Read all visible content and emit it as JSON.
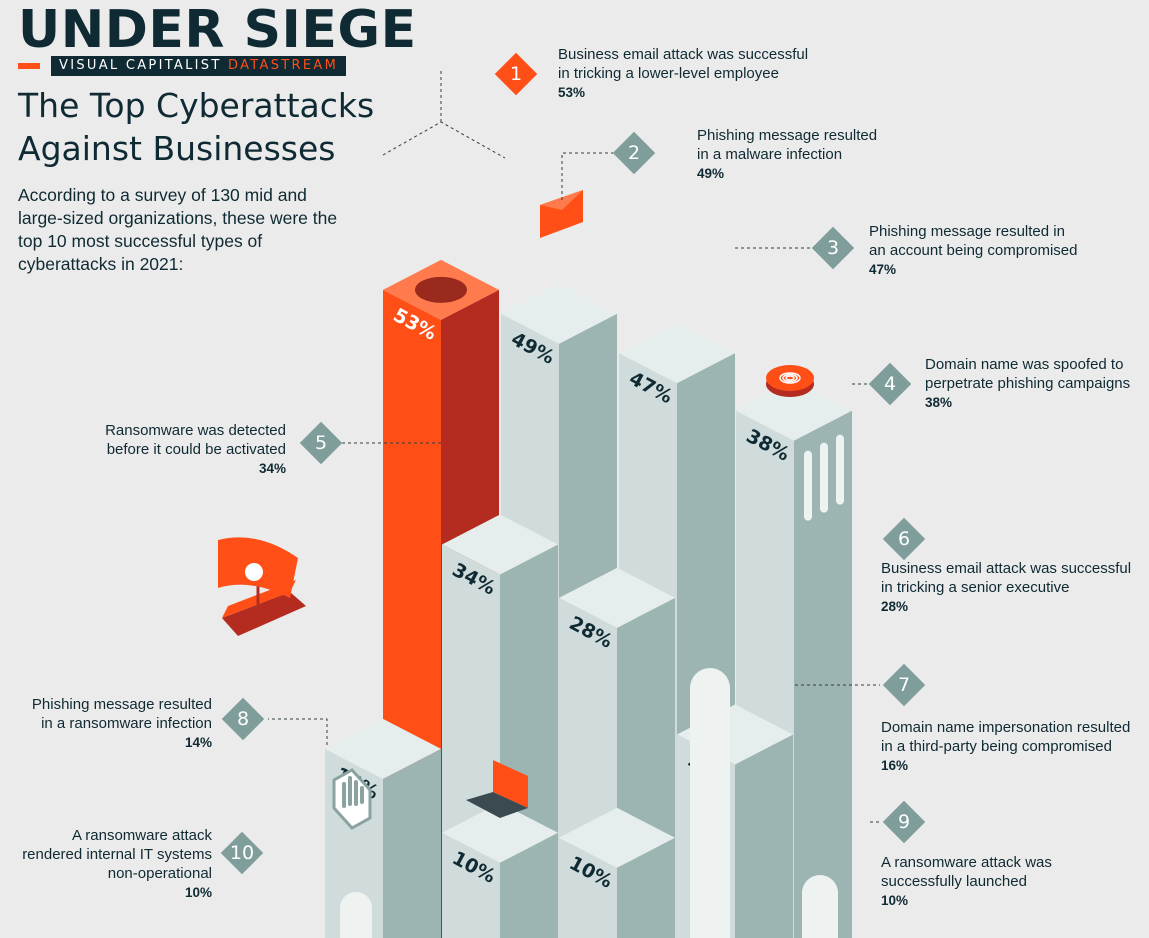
{
  "header": {
    "brand": "UNDER SIEGE",
    "sub_brand_prefix": "VISUAL CAPITALIST ",
    "sub_brand_accent": "DATASTREAM",
    "title_line1": "The Top Cyberattacks",
    "title_line2": "Against Businesses",
    "description": "According to a survey of 130 mid and large-sized organizations, these were the top 10 most successful types of cyberattacks in 2021:"
  },
  "colors": {
    "accent": "#ff4f17",
    "accent_dark": "#b32c1f",
    "tower_light": "#d0dcdb",
    "tower_top": "#e6eeed",
    "tower_dark": "#9cb4b2",
    "badge": "#7e9d9b",
    "text": "#0f2a33"
  },
  "chart_data": {
    "type": "bar",
    "title": "The Top Cyberattacks Against Businesses",
    "categories": [
      "Business email attack was successful in tricking a lower-level employee",
      "Phishing message resulted in a malware infection",
      "Phishing message resulted in an account being compromised",
      "Domain name was spoofed to perpetrate phishing campaigns",
      "Ransomware was detected before it could be activated",
      "Business email attack was successful in tricking a senior executive",
      "Domain name impersonation resulted in a third-party being compromised",
      "Phishing message resulted in a ransomware infection",
      "A ransomware attack was successfully launched",
      "A ransomware attack rendered internal IT systems non-operational"
    ],
    "ranks": [
      "1",
      "2",
      "3",
      "4",
      "5",
      "6",
      "7",
      "8",
      "9",
      "10"
    ],
    "values": [
      53,
      49,
      47,
      38,
      34,
      28,
      16,
      14,
      10,
      10
    ],
    "value_labels": [
      "53%",
      "49%",
      "47%",
      "38%",
      "34%",
      "28%",
      "16%",
      "14%",
      "10%",
      "10%"
    ],
    "highlight_rank": "1",
    "unit": "%"
  },
  "labels": [
    {
      "lines": [
        "Business email attack was successful",
        "in tricking a lower-level employee"
      ],
      "pct": "53%"
    },
    {
      "lines": [
        "Phishing message resulted",
        "in a malware infection"
      ],
      "pct": "49%"
    },
    {
      "lines": [
        "Phishing message resulted in",
        "an account being compromised"
      ],
      "pct": "47%"
    },
    {
      "lines": [
        "Domain name was spoofed to",
        "perpetrate phishing campaigns"
      ],
      "pct": "38%"
    },
    {
      "lines": [
        "Ransomware was detected",
        "before it could be activated"
      ],
      "pct": "34%"
    },
    {
      "lines": [
        "Business email attack was successful",
        "in tricking a senior executive"
      ],
      "pct": "28%"
    },
    {
      "lines": [
        "Domain name impersonation resulted",
        "in a third-party being compromised"
      ],
      "pct": "16%"
    },
    {
      "lines": [
        "Phishing message resulted",
        "in a ransomware infection"
      ],
      "pct": "14%"
    },
    {
      "lines": [
        "A ransomware attack was",
        "successfully launched"
      ],
      "pct": "10%"
    },
    {
      "lines": [
        "A ransomware attack",
        "rendered internal IT systems",
        "non-operational"
      ],
      "pct": "10%"
    }
  ],
  "icons": [
    "envelope-icon",
    "fingerprint-icon",
    "pirate-ship-icon",
    "laptop-icon",
    "hand-icon"
  ]
}
